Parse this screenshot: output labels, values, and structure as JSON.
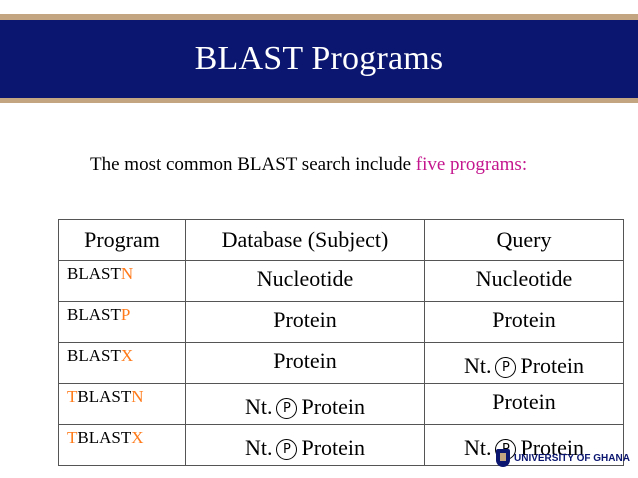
{
  "slide": {
    "title": "BLAST Programs",
    "intro_text": "The most common BLAST search include ",
    "intro_highlight": "five programs:"
  },
  "table": {
    "headers": [
      "Program",
      "Database (Subject)",
      "Query"
    ],
    "rows": [
      {
        "program_prefix": "",
        "program_main": "BLAST",
        "program_suffix": "N",
        "database": "Nucleotide",
        "query": "Nucleotide"
      },
      {
        "program_prefix": "",
        "program_main": "BLAST",
        "program_suffix": "P",
        "database": "Protein",
        "query": "Protein"
      },
      {
        "program_prefix": "",
        "program_main": "BLAST",
        "program_suffix": "X",
        "database": "Protein",
        "query_a": "Nt.",
        "query_symbol": "P",
        "query_b": "Protein"
      },
      {
        "program_prefix": "T",
        "program_main": "BLAST",
        "program_suffix": "N",
        "database_a": "Nt.",
        "database_symbol": "P",
        "database_b": "Protein",
        "query": "Protein"
      },
      {
        "program_prefix": "T",
        "program_main": "BLAST",
        "program_suffix": "X",
        "database_a": "Nt.",
        "database_symbol": "P",
        "database_b": "Protein",
        "query_a": "Nt.",
        "query_symbol": "P",
        "query_b": "Protein"
      }
    ]
  },
  "logo": {
    "text": "UNIVERSITY OF GHANA"
  },
  "colors": {
    "title_band": "#0b1670",
    "rule": "#c4a582",
    "highlight": "#c4168e",
    "program_letter": "#ff7a1a"
  }
}
